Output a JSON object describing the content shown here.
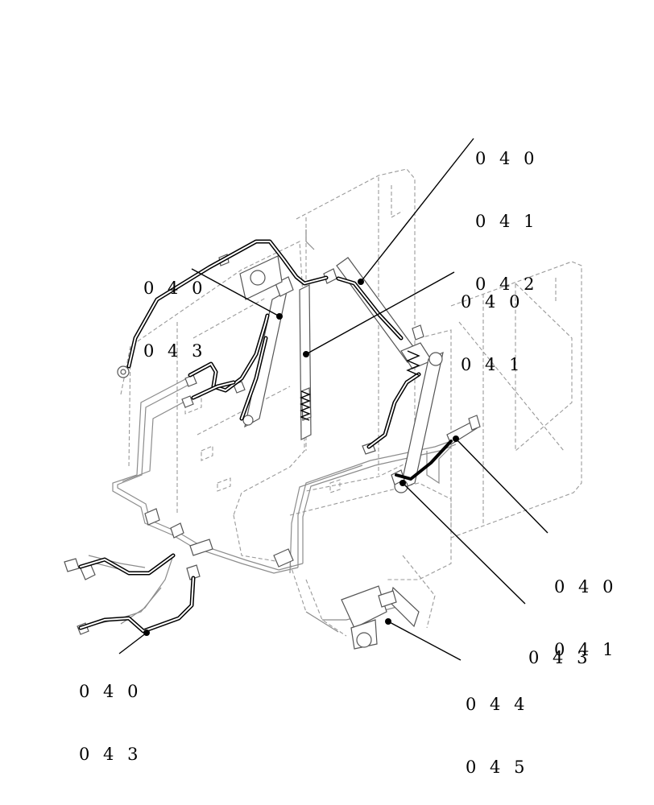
{
  "callouts": [
    {
      "id": "top-right",
      "lines": [
        "0 4 0",
        "0 4 1",
        "0 4 2"
      ]
    },
    {
      "id": "upper-left",
      "lines": [
        "0 4 0",
        "0 4 3"
      ]
    },
    {
      "id": "middle",
      "lines": [
        "0 4 0",
        "0 4 1"
      ]
    },
    {
      "id": "right",
      "lines": [
        "0 4 0",
        "0 4 1"
      ]
    },
    {
      "id": "lower-right",
      "lines": [
        "0 4 3"
      ]
    },
    {
      "id": "bottom-left",
      "lines": [
        "0 4 0",
        "0 4 3"
      ]
    },
    {
      "id": "bottom-center",
      "lines": [
        "0 4 4",
        "0 4 5"
      ]
    }
  ]
}
